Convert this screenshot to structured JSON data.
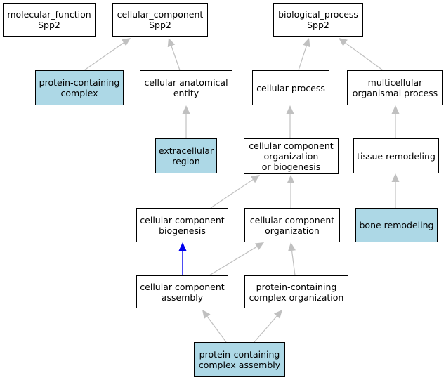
{
  "nodes": {
    "molecular_function": {
      "label": "molecular_function\nSpp2",
      "highlight": false
    },
    "cellular_component": {
      "label": "cellular_component\nSpp2",
      "highlight": false
    },
    "biological_process": {
      "label": "biological_process\nSpp2",
      "highlight": false
    },
    "protein_containing_complex": {
      "label": "protein-containing\ncomplex",
      "highlight": true
    },
    "cellular_anatomical_entity": {
      "label": "cellular anatomical\nentity",
      "highlight": false
    },
    "cellular_process": {
      "label": "cellular process",
      "highlight": false
    },
    "multicellular_organismal_process": {
      "label": "multicellular\norganismal process",
      "highlight": false
    },
    "extracellular_region": {
      "label": "extracellular\nregion",
      "highlight": true
    },
    "cc_organization_or_biogenesis": {
      "label": "cellular component\norganization\nor biogenesis",
      "highlight": false
    },
    "tissue_remodeling": {
      "label": "tissue remodeling",
      "highlight": false
    },
    "cc_biogenesis": {
      "label": "cellular component\nbiogenesis",
      "highlight": false
    },
    "cc_organization": {
      "label": "cellular component\norganization",
      "highlight": false
    },
    "bone_remodeling": {
      "label": "bone remodeling",
      "highlight": true
    },
    "cc_assembly": {
      "label": "cellular component\nassembly",
      "highlight": false
    },
    "pc_complex_organization": {
      "label": "protein-containing\ncomplex organization",
      "highlight": false
    },
    "pc_complex_assembly": {
      "label": "protein-containing\ncomplex assembly",
      "highlight": true
    }
  },
  "colors": {
    "highlight_fill": "#add8e6",
    "edge_default": "#c0c0c0",
    "edge_highlight": "#0000ee",
    "node_border": "#000000"
  }
}
